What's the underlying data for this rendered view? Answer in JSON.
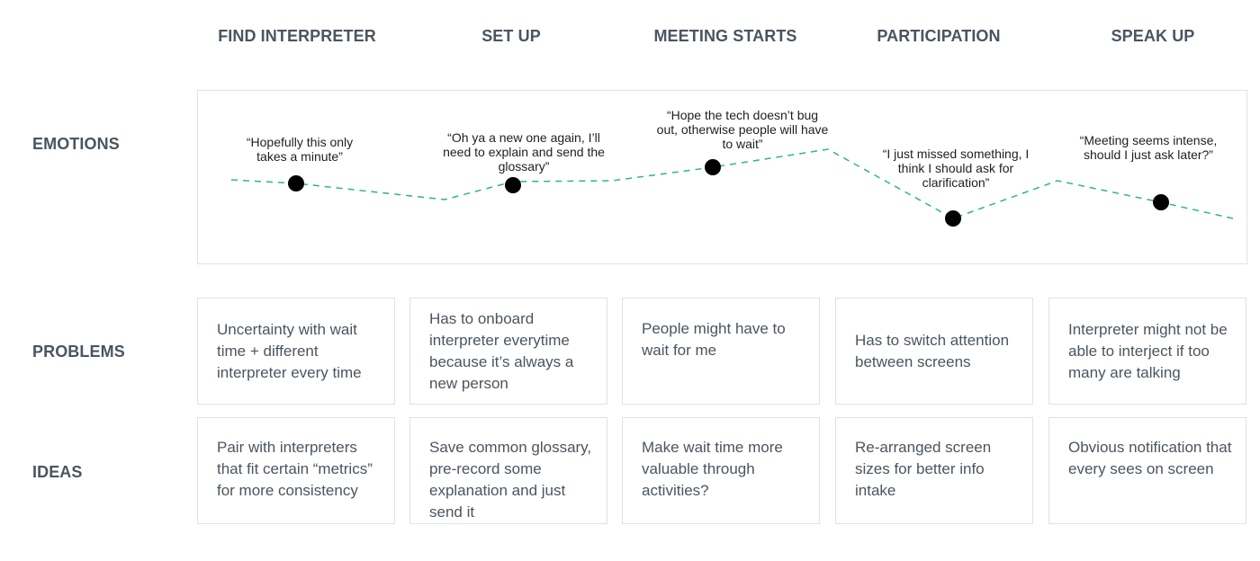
{
  "stages": [
    "FIND INTERPRETER",
    "SET UP",
    "MEETING STARTS",
    "PARTICIPATION",
    "SPEAK UP"
  ],
  "rows": {
    "emotions": "EMOTIONS",
    "problems": "PROBLEMS",
    "ideas": "IDEAS"
  },
  "quotes": [
    "“Hopefully this only takes a minute”",
    "“Oh ya a new one again, I’ll need to explain and send the glossary”",
    "“Hope the tech doesn’t bug out, otherwise people will have to wait”",
    "“I just missed something, I think I should ask for clarification”",
    "“Meeting seems intense, should I just ask later?”"
  ],
  "problems": [
    "Uncertainty with wait time + different interpreter every time",
    "Has to onboard interpreter everytime because it’s always a new person",
    "People might have to wait for me",
    "Has to switch attention between screens",
    "Interpreter might not be able to interject if too many are talking"
  ],
  "ideas": [
    "Pair with interpreters that fit certain “metrics” for more consistency",
    "Save common glossary, pre-record some explanation and just send it",
    "Make wait time more valuable through activities?",
    "Re-arranged screen sizes for better info intake",
    "Obvious notification that every sees on screen"
  ],
  "colors": {
    "emotion_line": "#2bb594",
    "marker": "#000000",
    "text": "#4a5560",
    "border": "#dfe2e6"
  }
}
